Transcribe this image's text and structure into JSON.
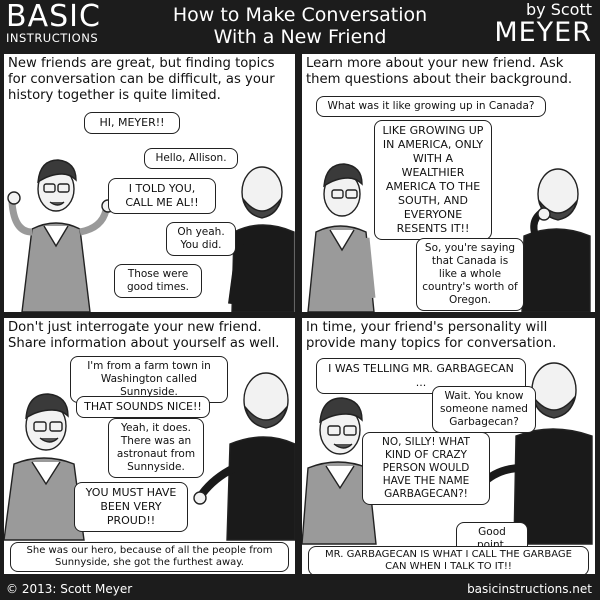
{
  "header": {
    "logo_line1": "BASIC",
    "logo_line2": "INSTRUCTIONS",
    "title_line1": "How to Make Conversation",
    "title_line2": "With a New Friend",
    "byline": "by Scott",
    "author": "MEYER"
  },
  "panels": [
    {
      "caption": "New friends are great, but finding topics for conversation can be difficult, as your history together is quite limited.",
      "bubbles": [
        "HI, MEYER!!",
        "Hello, Allison.",
        "I TOLD YOU, CALL ME AL!!",
        "Oh yeah. You did.",
        "Those were good times."
      ]
    },
    {
      "caption": "Learn more about your new friend. Ask them questions about their background.",
      "bubbles": [
        "What was it like growing up in Canada?",
        "LIKE GROWING UP IN AMERICA, ONLY WITH A WEALTHIER AMERICA TO THE SOUTH, AND EVERYONE RESENTS IT!!",
        "So, you're saying that Canada is like a whole country's worth of Oregon."
      ]
    },
    {
      "caption": "Don't just interrogate your new friend. Share information about yourself as well.",
      "bubbles": [
        "I'm from a farm town in Washington called Sunnyside.",
        "THAT SOUNDS NICE!!",
        "Yeah, it does. There was an astronaut from Sunnyside.",
        "YOU MUST HAVE BEEN VERY PROUD!!",
        "She was our hero, because of all the people from Sunnyside, she got the furthest away."
      ]
    },
    {
      "caption": "In time, your friend's personality will provide many topics for conversation.",
      "bubbles": [
        "I WAS TELLING MR. GARBAGECAN ...",
        "Wait. You know someone named Garbagecan?",
        "NO, SILLY! WHAT KIND OF CRAZY PERSON WOULD HAVE THE NAME GARBAGECAN?!",
        "Good point.",
        "MR. GARBAGECAN IS WHAT I CALL THE GARBAGE CAN WHEN I TALK TO IT!!"
      ]
    }
  ],
  "footer": {
    "copyright": "© 2013: Scott Meyer",
    "url": "basicinstructions.net"
  }
}
